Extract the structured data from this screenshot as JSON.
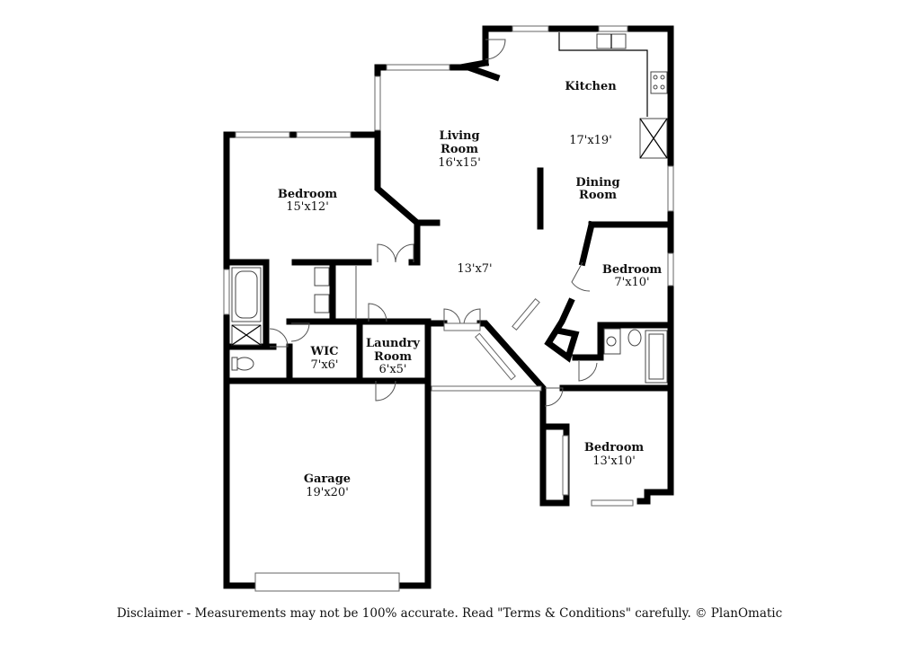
{
  "rooms": {
    "kitchen": {
      "name": "Kitchen"
    },
    "living": {
      "name_line1": "Living",
      "name_line2": "Room",
      "dims": "16'x15'"
    },
    "kitdin": {
      "dims": "17'x19'"
    },
    "dining": {
      "name_line1": "Dining",
      "name_line2": "Room"
    },
    "bedroom1": {
      "name": "Bedroom",
      "dims": "15'x12'"
    },
    "hall": {
      "dims": "13'x7'"
    },
    "bedroom2": {
      "name": "Bedroom",
      "dims": "7'x10'"
    },
    "wic": {
      "name": "WIC",
      "dims": "7'x6'"
    },
    "laundry": {
      "name_line1": "Laundry",
      "name_line2": "Room",
      "dims": "6'x5'"
    },
    "bedroom3": {
      "name": "Bedroom",
      "dims": "13'x10'"
    },
    "garage": {
      "name": "Garage",
      "dims": "19'x20'"
    }
  },
  "disclaimer": "Disclaimer - Measurements may not be 100% accurate. Read \"Terms & Conditions\" carefully. © PlanOmatic"
}
